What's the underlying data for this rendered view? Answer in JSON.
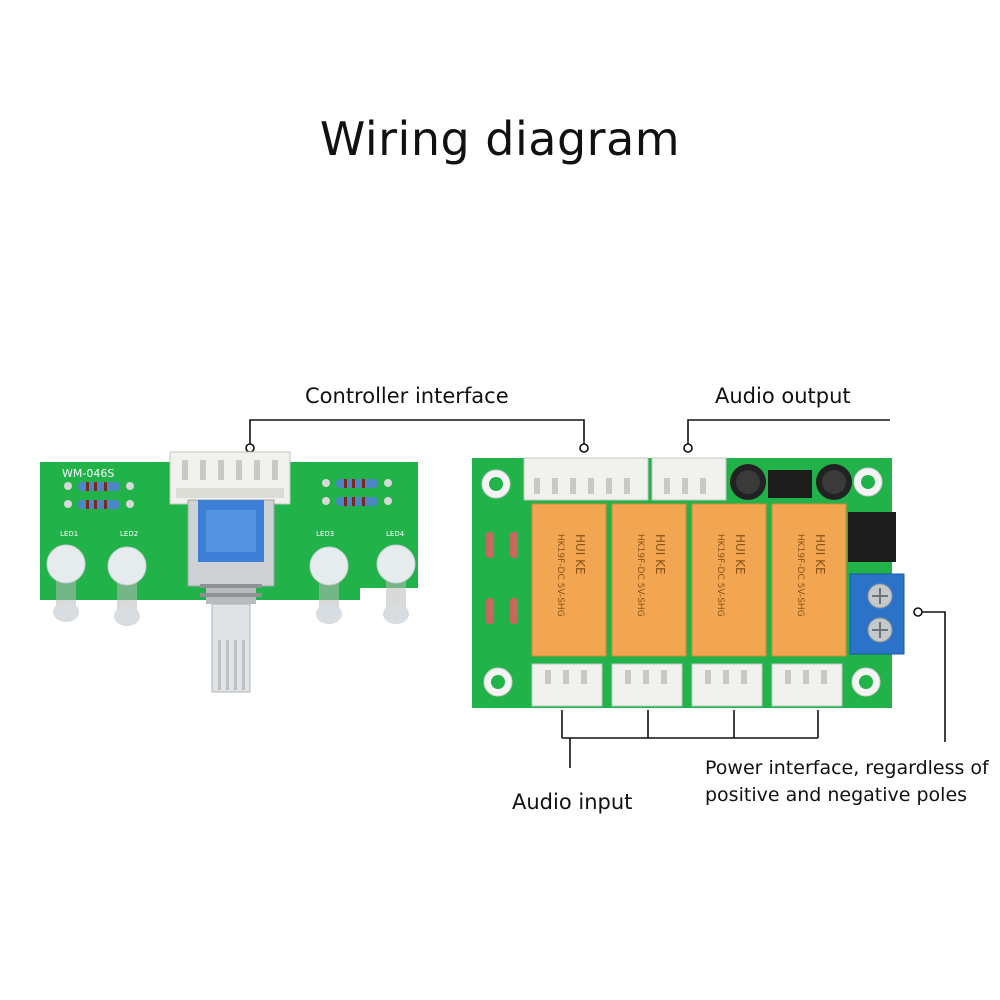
{
  "title": "Wiring diagram",
  "callouts": {
    "controller_interface": "Controller interface",
    "audio_output": "Audio output",
    "audio_input": "Audio input",
    "power_interface_line1": "Power interface, regardless of",
    "power_interface_line2": "positive and negative poles"
  },
  "controller_board": {
    "model": "WM-046S",
    "led_labels": [
      "LED1",
      "LED2",
      "LED3",
      "LED4"
    ]
  },
  "relay_board": {
    "relays": [
      {
        "brand": "HUI KE",
        "model": "HK19F-DC 5V-SHG"
      },
      {
        "brand": "HUI KE",
        "model": "HK19F-DC 5V-SHG"
      },
      {
        "brand": "HUI KE",
        "model": "HK19F-DC 5V-SHG"
      },
      {
        "brand": "HUI KE",
        "model": "HK19F-DC 5V-SHG"
      }
    ]
  },
  "colors": {
    "pcb_green": "#21b24a",
    "relay_orange": "#f2a652",
    "connector_white": "#f1f1ee",
    "terminal_blue": "#2a73c9",
    "knob_blue": "#3d7fd6"
  }
}
